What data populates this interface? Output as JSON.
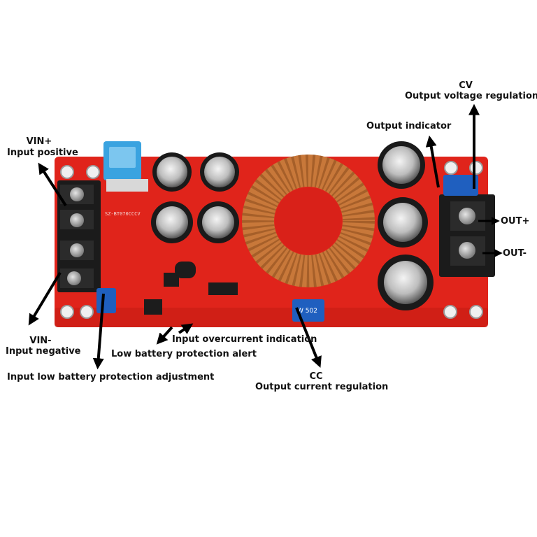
{
  "labels": {
    "vin_plus": "VIN+",
    "input_positive": "Input positive",
    "vin_minus": "VIN-",
    "input_negative": "Input negative",
    "input_low_battery": "Input low battery protection adjustment",
    "low_battery_alert": "Low battery protection alert",
    "input_overcurrent": "Input overcurrent indication",
    "cc": "CC",
    "output_current": "Output current regulation",
    "output_indicator": "Output indicator",
    "cv": "CV",
    "output_voltage": "Output voltage regulation",
    "out_plus": "OUT+",
    "out_minus": "OUT-"
  },
  "board_text": {
    "model": "SZ-BT070CCCV",
    "pot_marking": "W 502"
  },
  "colors": {
    "pcb": "#e0241b",
    "pcb_dark": "#b3150f",
    "copper": "#c8783a",
    "potentiometer": "#1f5fbf",
    "fuse": "#3aa3e0",
    "arrow": "#000000"
  }
}
